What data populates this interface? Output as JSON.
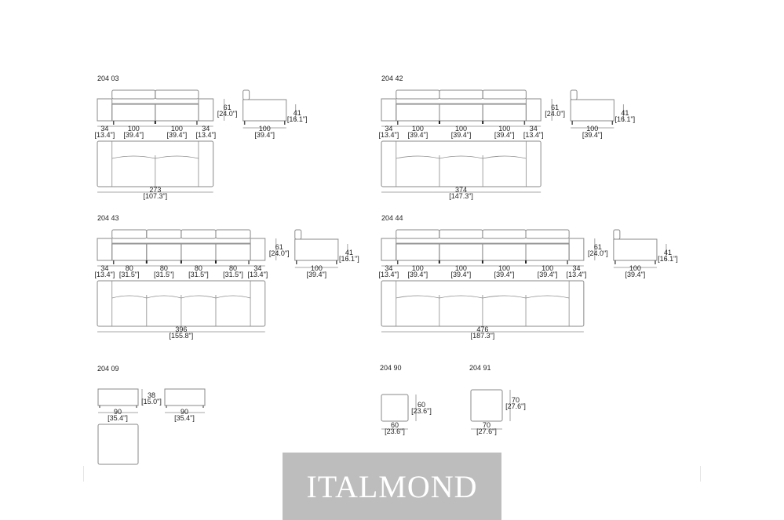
{
  "colors": {
    "stroke": "#8a8a8a",
    "leg": "#555555",
    "text": "#222222",
    "watermark_bg": "#bdbdbd",
    "watermark_text": "#ffffff"
  },
  "watermark": "ITALMOND",
  "models": [
    {
      "code": "204 03",
      "seats": [
        34,
        100,
        100,
        34
      ],
      "seat_labels": [
        [
          "34",
          "[13.4\"]"
        ],
        [
          "100",
          "[39.4\"]"
        ],
        [
          "100",
          "[39.4\"]"
        ],
        [
          "34",
          "[13.4\"]"
        ]
      ],
      "height": [
        "61",
        "[24.0\"]"
      ],
      "side_depth": [
        "100",
        "[39.4\"]"
      ],
      "seat_height": [
        "41",
        "[16.1\"]"
      ],
      "total": [
        "273",
        "[107.3\"]"
      ]
    },
    {
      "code": "204 42",
      "seats": [
        34,
        100,
        100,
        100,
        34
      ],
      "seat_labels": [
        [
          "34",
          "[13.4\"]"
        ],
        [
          "100",
          "[39.4\"]"
        ],
        [
          "100",
          "[39.4\"]"
        ],
        [
          "100",
          "[39.4\"]"
        ],
        [
          "34",
          "[13.4\"]"
        ]
      ],
      "height": [
        "61",
        "[24.0\"]"
      ],
      "side_depth": [
        "100",
        "[39.4\"]"
      ],
      "seat_height": [
        "41",
        "[16.1\"]"
      ],
      "total": [
        "374",
        "[147.3\"]"
      ]
    },
    {
      "code": "204 43",
      "seats": [
        34,
        80,
        80,
        80,
        80,
        34
      ],
      "seat_labels": [
        [
          "34",
          "[13.4\"]"
        ],
        [
          "80",
          "[31.5\"]"
        ],
        [
          "80",
          "[31.5\"]"
        ],
        [
          "80",
          "[31.5\"]"
        ],
        [
          "80",
          "[31.5\"]"
        ],
        [
          "34",
          "[13.4\"]"
        ]
      ],
      "height": [
        "61",
        "[24.0\"]"
      ],
      "side_depth": [
        "100",
        "[39.4\"]"
      ],
      "seat_height": [
        "41",
        "[16.1\"]"
      ],
      "total": [
        "396",
        "[155.8\"]"
      ]
    },
    {
      "code": "204 44",
      "seats": [
        34,
        100,
        100,
        100,
        100,
        34
      ],
      "seat_labels": [
        [
          "34",
          "[13.4\"]"
        ],
        [
          "100",
          "[39.4\"]"
        ],
        [
          "100",
          "[39.4\"]"
        ],
        [
          "100",
          "[39.4\"]"
        ],
        [
          "100",
          "[39.4\"]"
        ],
        [
          "34",
          "[13.4\"]"
        ]
      ],
      "height": [
        "61",
        "[24.0\"]"
      ],
      "side_depth": [
        "100",
        "[39.4\"]"
      ],
      "seat_height": [
        "41",
        "[16.1\"]"
      ],
      "total": [
        "476",
        "[187.3\"]"
      ]
    }
  ],
  "ottoman": {
    "code": "204 09",
    "width": [
      "90",
      "[35.4\"]"
    ],
    "width_right": [
      "90",
      "[35.4\"]"
    ],
    "height": [
      "38",
      "[15.0\"]"
    ]
  },
  "small_units": [
    {
      "code": "204 90",
      "size": 60,
      "width": [
        "60",
        "[23.6\"]"
      ],
      "depth": [
        "60",
        "[23.6\"]"
      ]
    },
    {
      "code": "204 91",
      "size": 70,
      "width": [
        "70",
        "[27.6\"]"
      ],
      "depth": [
        "70",
        "[27.6\"]"
      ]
    }
  ]
}
